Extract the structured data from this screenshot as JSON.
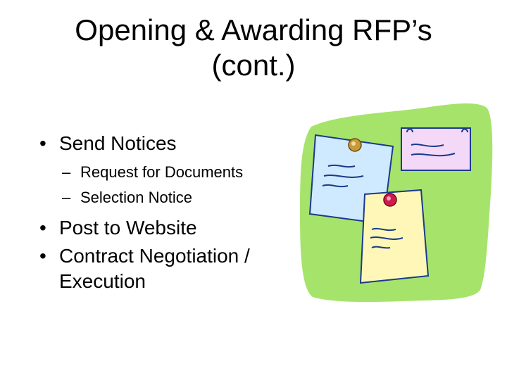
{
  "slide": {
    "title_line1": "Opening & Awarding RFP’s",
    "title_line2": "(cont.)",
    "bullets": [
      {
        "marker": "•",
        "text": "Send Notices",
        "subitems": [
          {
            "marker": "–",
            "text": "Request for Documents"
          },
          {
            "marker": "–",
            "text": "Selection Notice"
          }
        ]
      },
      {
        "marker": "•",
        "text": "Post to Website"
      },
      {
        "marker": "•",
        "text": "Contract Negotiation / Execution"
      }
    ]
  },
  "clipart": {
    "icon": "bulletin-board-notes-icon",
    "colors": {
      "board": "#a6e36b",
      "note_blue": "#cfe9ff",
      "note_yellow": "#fff7b8",
      "note_pink": "#f3d9f7",
      "ink": "#1a3a8c",
      "pin_red": "#d01a4c",
      "pin_gold": "#c69a3a"
    }
  }
}
